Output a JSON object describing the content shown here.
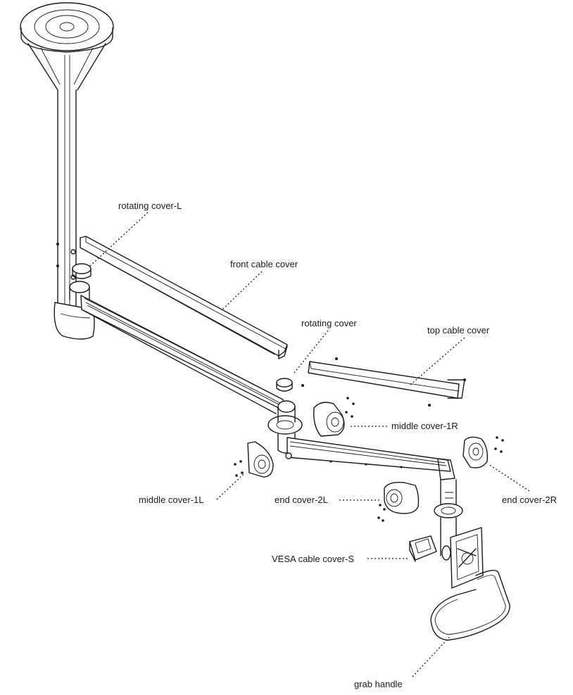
{
  "labels": {
    "rotating_cover_l": "rotating cover-L",
    "front_cable_cover": "front cable cover",
    "rotating_cover": "rotating cover",
    "top_cable_cover": "top cable cover",
    "middle_cover_1r": "middle cover-1R",
    "middle_cover_1l": "middle cover-1L",
    "end_cover_2l": "end cover-2L",
    "end_cover_2r": "end cover-2R",
    "vesa_cable_cover_s": "VESA cable cover-S",
    "grab_handle": "grab handle"
  },
  "colors": {
    "line": "#1a1a1a",
    "background": "#ffffff"
  }
}
